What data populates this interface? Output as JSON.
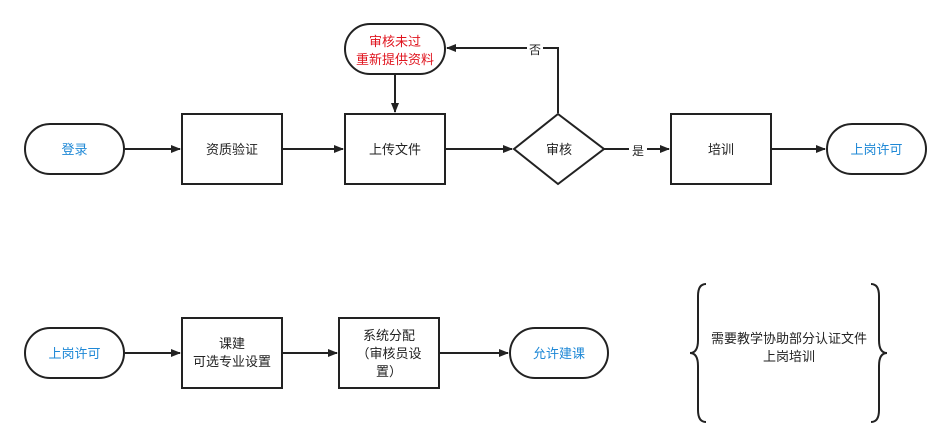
{
  "nodes": {
    "login": "登录",
    "qualification": "资质验证",
    "upload": "上传文件",
    "rejected_line1": "审核未过",
    "rejected_line2": "重新提供资料",
    "review": "审核",
    "training": "培训",
    "license_top": "上岗许可",
    "license_bottom": "上岗许可",
    "course_line1": "课建",
    "course_line2": "可选专业设置",
    "alloc_line1": "系统分配",
    "alloc_line2": "（审核员设",
    "alloc_line3": "置）",
    "allow_course": "允许建课"
  },
  "edges": {
    "no": "否",
    "yes": "是"
  },
  "note": {
    "line1": "需要教学协助部分认证文件",
    "line2": "上岗培训"
  },
  "colors": {
    "stroke": "#222222",
    "terminal_text": "#1e88d6",
    "rejected_text": "#e0141e"
  }
}
